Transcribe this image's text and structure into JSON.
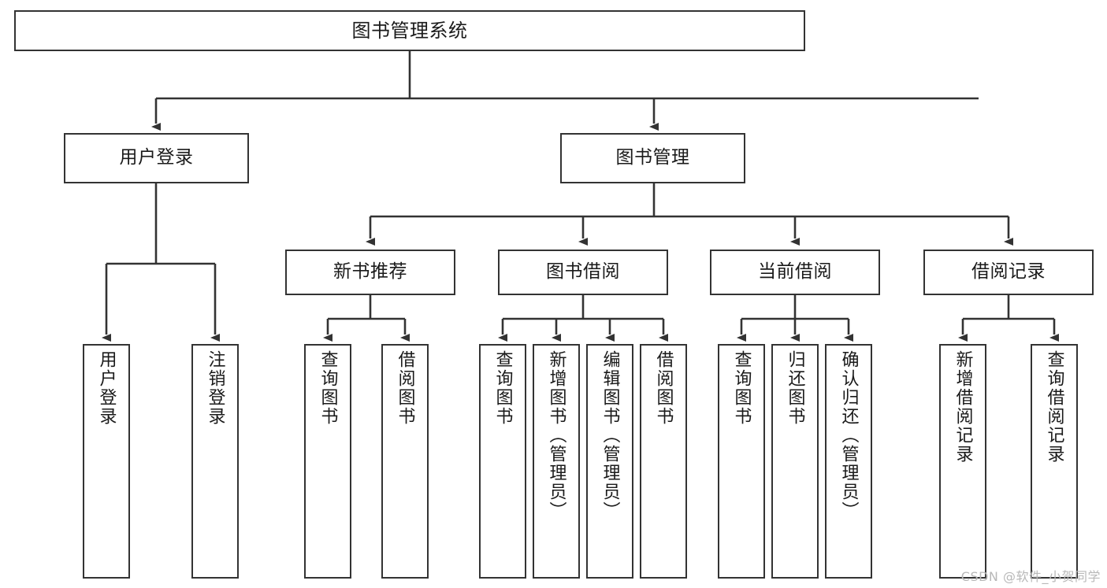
{
  "diagram": {
    "title": "图书管理系统",
    "watermark": "CSDN @软件_小贺同学",
    "colors": {
      "stroke": "#333333",
      "fill": "#ffffff",
      "text": "#1a1a1a",
      "watermark": "#b8b8b8"
    },
    "root": {
      "label": "图书管理系统"
    },
    "level2": [
      {
        "label": "用户登录"
      },
      {
        "label": "图书管理"
      }
    ],
    "level3": [
      {
        "label": "新书推荐"
      },
      {
        "label": "图书借阅"
      },
      {
        "label": "当前借阅"
      },
      {
        "label": "借阅记录"
      }
    ],
    "leaves": {
      "user_login": [
        {
          "label": "用户登录"
        },
        {
          "label": "注销登录"
        }
      ],
      "new_book": [
        {
          "label": "查询图书"
        },
        {
          "label": "借阅图书"
        }
      ],
      "book_borrow": [
        {
          "label": "查询图书"
        },
        {
          "label": "新增图书（管理员）"
        },
        {
          "label": "编辑图书（管理员）"
        },
        {
          "label": "借阅图书"
        }
      ],
      "current_borrow": [
        {
          "label": "查询图书"
        },
        {
          "label": "归还图书"
        },
        {
          "label": "确认归还（管理员）"
        }
      ],
      "borrow_record": [
        {
          "label": "新增借阅记录"
        },
        {
          "label": "查询借阅记录"
        }
      ]
    }
  }
}
